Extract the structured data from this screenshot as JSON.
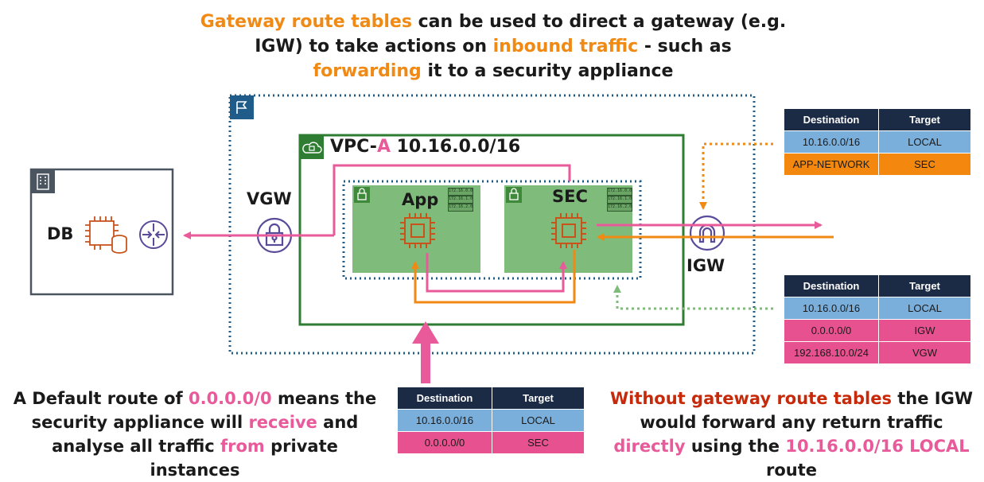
{
  "headline": {
    "part1": "Gateway route tables",
    "part2": " can be used to direct a gateway (e.g. IGW) to take actions on ",
    "part3": "inbound traffic",
    "part4": " - such as ",
    "part5": "forwarding",
    "part6": " it to a security appliance"
  },
  "labels": {
    "vpc_prefix": "VPC-",
    "vpc_letter": "A",
    "vpc_cidr": " 10.16.0.0/16",
    "vgw": "VGW",
    "igw": "IGW",
    "db": "DB",
    "app": "App",
    "sec": "SEC"
  },
  "mini_routes": [
    "172.16.0.0",
    "172.16.1.0",
    "172.16.2.0"
  ],
  "tables": {
    "top_right": {
      "headers": [
        "Destination",
        "Target"
      ],
      "rows": [
        [
          "10.16.0.0/16",
          "LOCAL"
        ],
        [
          "APP-NETWORK",
          "SEC"
        ]
      ]
    },
    "mid_right": {
      "headers": [
        "Destination",
        "Target"
      ],
      "rows": [
        [
          "10.16.0.0/16",
          "LOCAL"
        ],
        [
          "0.0.0.0/0",
          "IGW"
        ],
        [
          "192.168.10.0/24",
          "VGW"
        ]
      ]
    },
    "bottom_center": {
      "headers": [
        "Destination",
        "Target"
      ],
      "rows": [
        [
          "10.16.0.0/16",
          "LOCAL"
        ],
        [
          "0.0.0.0/0",
          "SEC"
        ]
      ]
    }
  },
  "bottom_left": {
    "t1": "A Default route of ",
    "t2": "0.0.0.0/0",
    "t3": " means the security appliance will ",
    "t4": "receive",
    "t5": " and analyse all traffic ",
    "t6": "from",
    "t7": " private instances"
  },
  "bottom_right": {
    "t1": "Without gateway route tables",
    "t2": " the IGW would forward any return traffic ",
    "t3": "directly",
    "t4": " using the ",
    "t5": "10.16.0.0/16 LOCAL",
    "t6": " route"
  },
  "colors": {
    "orange": "#f08a14",
    "pink": "#e95a9a",
    "green": "#2e7d32",
    "navy": "#1b2a45",
    "blue_dotted": "#1f5c8a"
  },
  "icons": [
    "flag-icon",
    "cloud-lock-icon",
    "lock-icon",
    "chip-icon",
    "building-icon",
    "router-icon",
    "vgw-lock-icon",
    "igw-arch-icon"
  ]
}
